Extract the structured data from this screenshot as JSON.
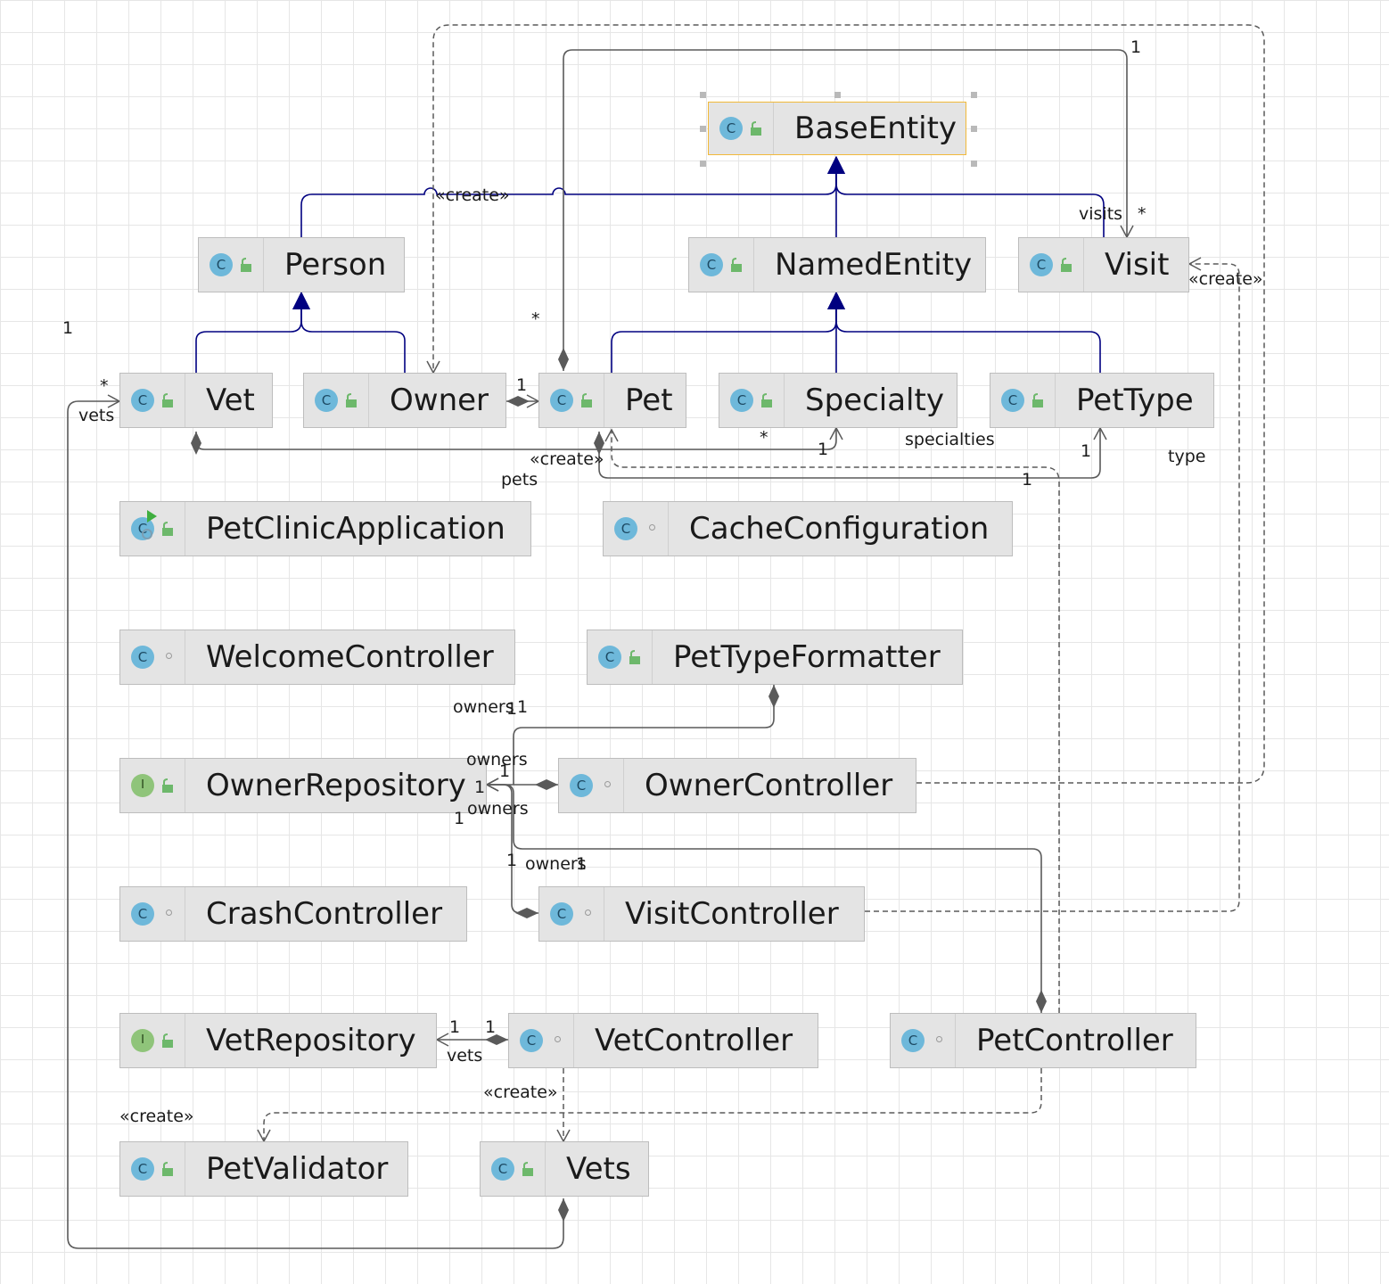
{
  "nodes": {
    "base_entity": "BaseEntity",
    "person": "Person",
    "named_entity": "NamedEntity",
    "visit": "Visit",
    "vet": "Vet",
    "owner": "Owner",
    "pet": "Pet",
    "specialty": "Specialty",
    "pet_type": "PetType",
    "pet_clinic_application": "PetClinicApplication",
    "cache_configuration": "CacheConfiguration",
    "welcome_controller": "WelcomeController",
    "pet_type_formatter": "PetTypeFormatter",
    "owner_repository": "OwnerRepository",
    "owner_controller": "OwnerController",
    "crash_controller": "CrashController",
    "visit_controller": "VisitController",
    "vet_repository": "VetRepository",
    "vet_controller": "VetController",
    "pet_controller": "PetController",
    "pet_validator": "PetValidator",
    "vets": "Vets"
  },
  "badges": {
    "class": "C",
    "interface": "I"
  },
  "labels": {
    "create": "«create»",
    "one": "1",
    "many": "*",
    "visits": "visits",
    "vets": "vets",
    "pets": "pets",
    "specialties": "specialties",
    "type": "type",
    "owners": "owners"
  },
  "colors": {
    "inheritance": "#000080",
    "association": "#5a5a5a",
    "selected_border": "#f1b93a",
    "class_badge": "#6eb8da",
    "interface_badge": "#8fc47a",
    "visibility_icon": "#6db86b"
  }
}
